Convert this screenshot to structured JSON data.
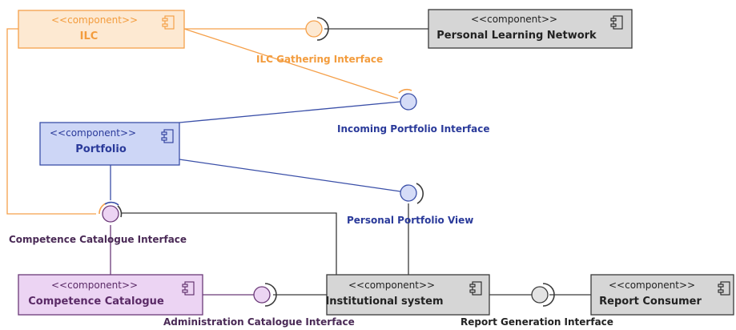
{
  "stereotype": "<<component>>",
  "components": {
    "ilc": {
      "name": "ILC"
    },
    "pln": {
      "name": "Personal Learning Network"
    },
    "portfolio": {
      "name": "Portfolio"
    },
    "catalogue": {
      "name": "Competence Catalogue"
    },
    "institutional": {
      "name": "Institutional system"
    },
    "report": {
      "name": "Report Consumer"
    }
  },
  "interfaces": {
    "ilc_gathering": "ILC Gathering Interface",
    "incoming_portfolio": "Incoming Portfolio Interface",
    "personal_portfolio_view": "Personal Portfolio View",
    "competence_catalogue": "Competence Catalogue Interface",
    "administration_catalogue": "Administration Catalogue Interface",
    "report_generation": "Report Generation Interface"
  },
  "colors": {
    "ilc_stroke": "#f5a04a",
    "ilc_fill": "#fde9d2",
    "ilc_text": "#f39c3d",
    "portfolio_stroke": "#3a4fa8",
    "portfolio_fill": "#cdd6f6",
    "portfolio_text": "#2a3a9a",
    "catalogue_stroke": "#6b3a78",
    "catalogue_fill": "#ecd4f3",
    "catalogue_text": "#5a2a66",
    "grey_stroke": "#3a3a3a",
    "grey_fill": "#d6d6d6",
    "grey_text": "#222222"
  }
}
